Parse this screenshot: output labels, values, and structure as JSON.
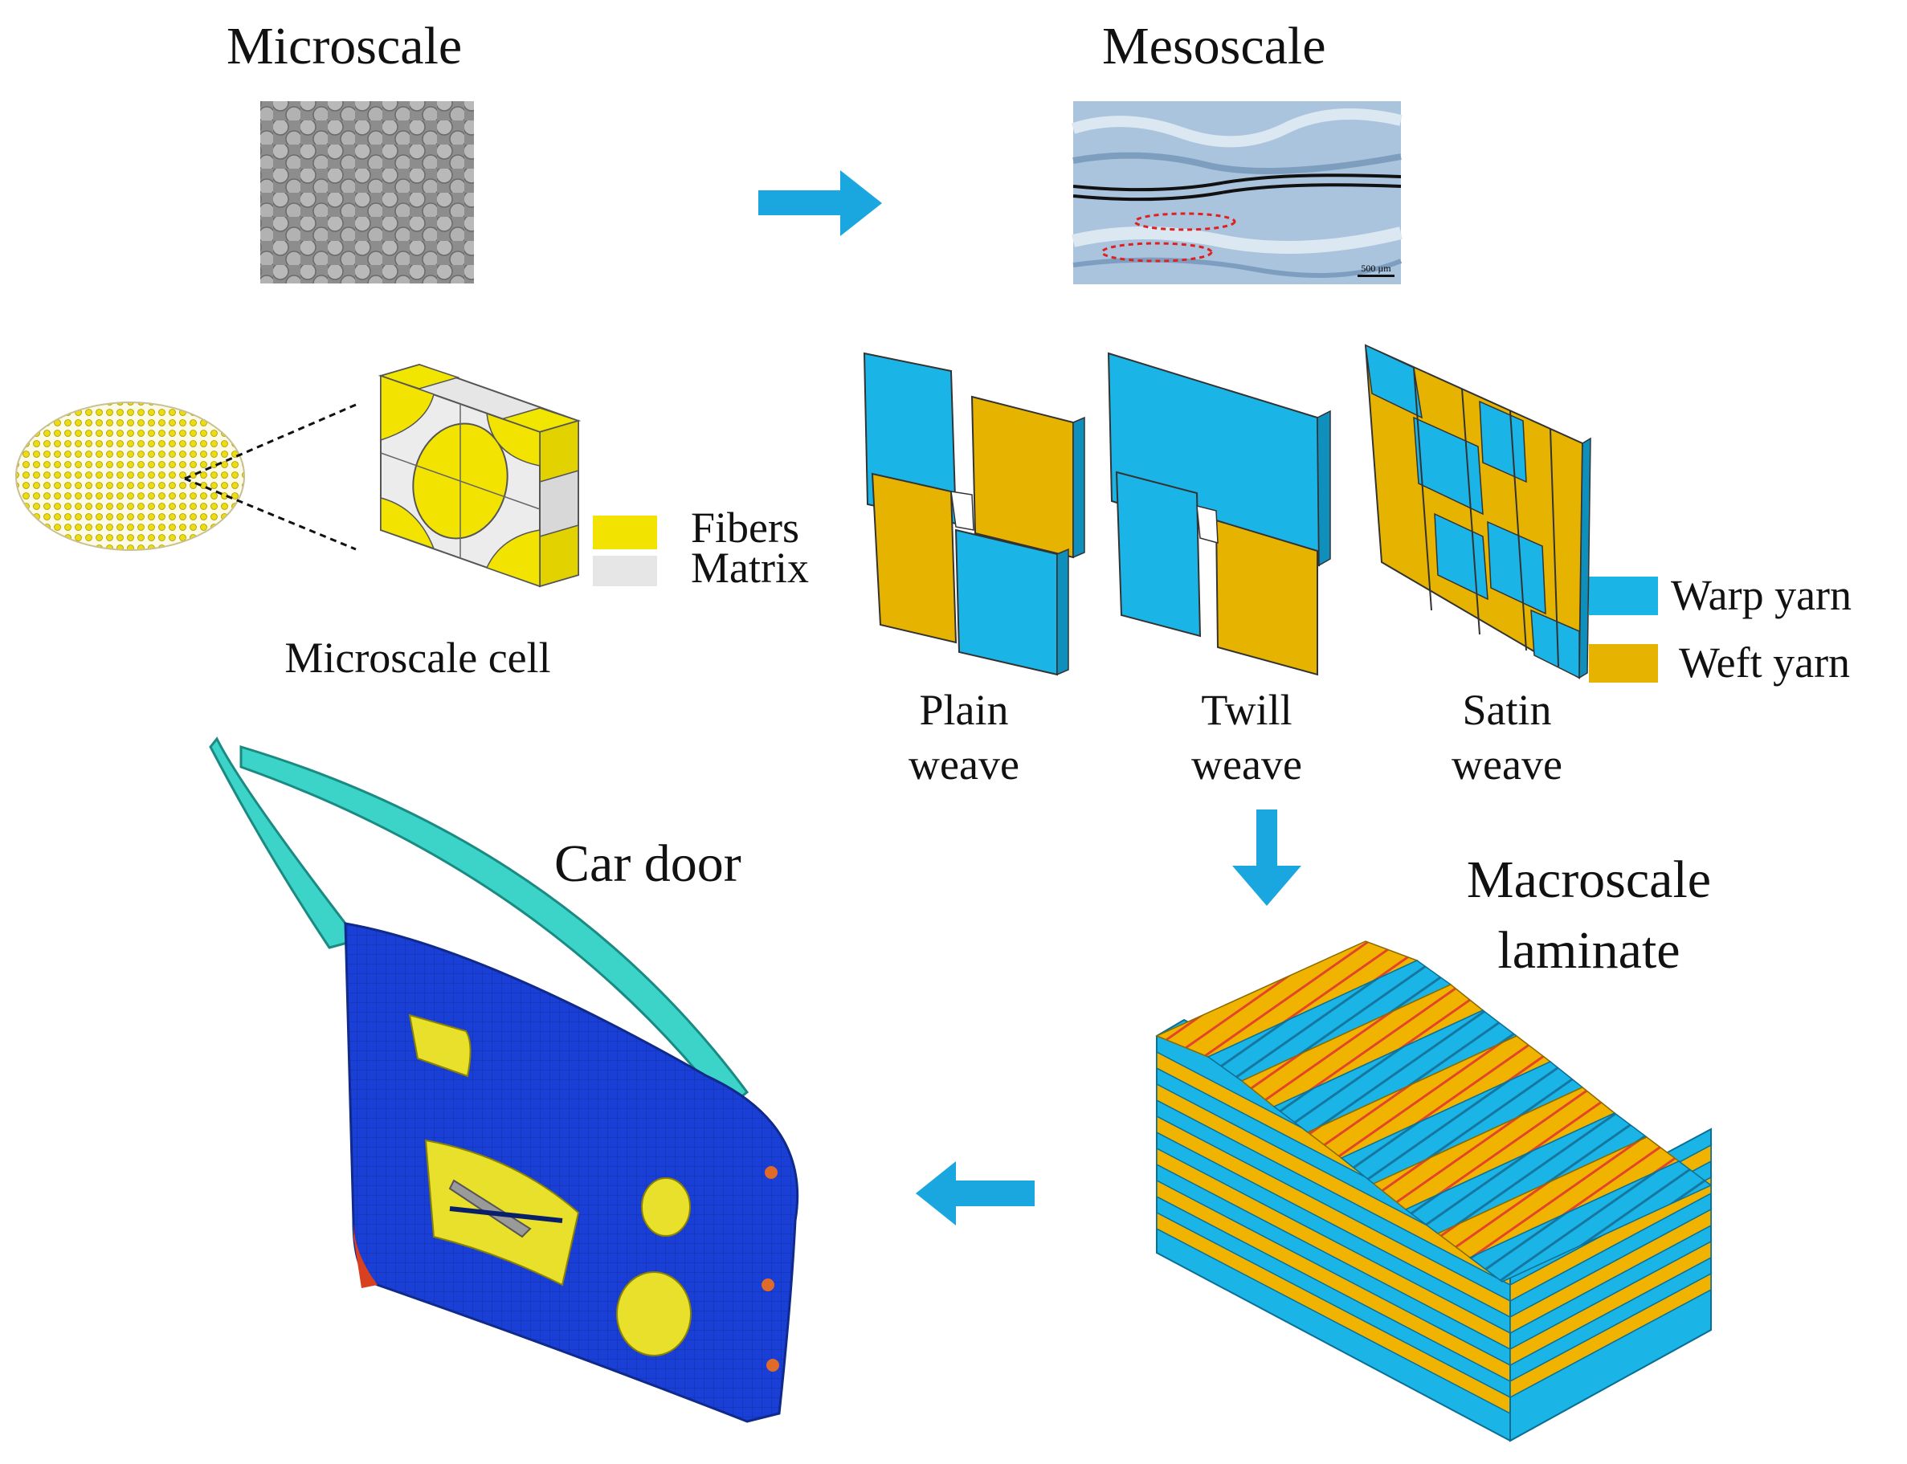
{
  "titles": {
    "microscale": "Microscale",
    "mesoscale": "Mesoscale",
    "car_door": "Car door",
    "macroscale_line1": "Macroscale",
    "macroscale_line2": "laminate"
  },
  "micro": {
    "cell_label": "Microscale cell",
    "legend": [
      {
        "label": "Fibers",
        "color": "#f2e400"
      },
      {
        "label": "Matrix",
        "color": "#e6e6e6"
      }
    ]
  },
  "meso": {
    "micrograph_scale": "500 µm",
    "weaves": [
      {
        "line1": "Plain",
        "line2": "weave"
      },
      {
        "line1": "Twill",
        "line2": "weave"
      },
      {
        "line1": "Satin",
        "line2": "weave"
      }
    ],
    "legend": [
      {
        "label": "Warp yarn",
        "color": "#1ab4e6"
      },
      {
        "label": "Weft yarn",
        "color": "#e6b400"
      }
    ]
  },
  "colors": {
    "arrow": "#1aa7e0",
    "door_body": "#1a3fd6",
    "door_frame": "#3cd4c8",
    "door_patch": "#e8e02a",
    "ply_blue": "#1ab4e6",
    "ply_yellow": "#f0b400",
    "ply_stripe": "#e2462a"
  }
}
